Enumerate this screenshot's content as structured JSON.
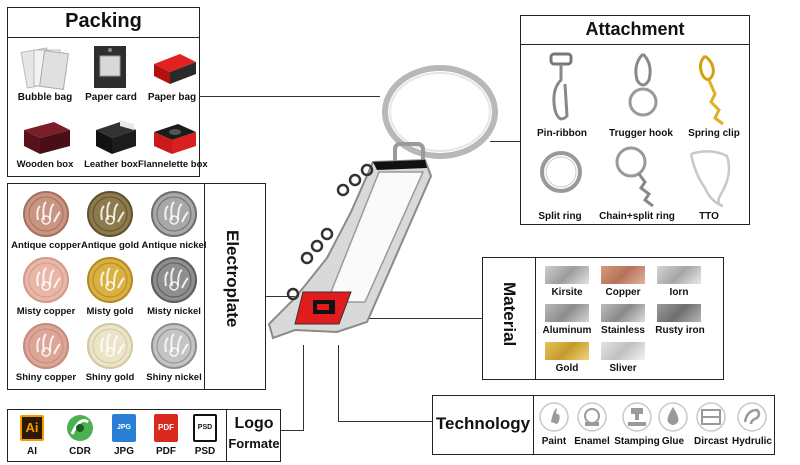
{
  "packing": {
    "title": "Packing",
    "items": [
      "Bubble bag",
      "Paper card",
      "Paper bag",
      "Wooden box",
      "Leather box",
      "Flannelette box"
    ]
  },
  "attachment": {
    "title": "Attachment",
    "items": [
      "Pin-ribbon",
      "Trugger hook",
      "Spring clip",
      "Split ring",
      "Chain+split ring",
      "TTO"
    ]
  },
  "electroplate": {
    "title": "Electroplate",
    "items": [
      "Antique copper",
      "Antique gold",
      "Antique nickel",
      "Misty copper",
      "Misty gold",
      "Misty nickel",
      "Shiny copper",
      "Shiny gold",
      "Shiny nickel"
    ]
  },
  "material": {
    "title": "Material",
    "items": [
      "Kirsite",
      "Copper",
      "Iorn",
      "Aluminum",
      "Stainless",
      "Rusty iron",
      "Gold",
      "Sliver"
    ]
  },
  "logo": {
    "title_line1": "Logo",
    "title_line2": "Formate",
    "formats": [
      "AI",
      "CDR",
      "JPG",
      "PDF",
      "PSD"
    ],
    "icon_text": [
      "Ai",
      "",
      "JPG",
      "PDF",
      "PSD"
    ]
  },
  "technology": {
    "title": "Technology",
    "items": [
      "Paint",
      "Enamel",
      "Stamping",
      "Glue",
      "Dircast",
      "Hydrulic"
    ]
  }
}
